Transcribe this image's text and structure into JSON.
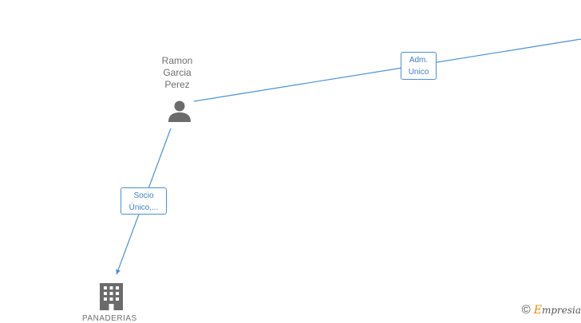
{
  "nodes": {
    "person": {
      "label": "Ramon\nGarcia\nPerez",
      "icon": "person-icon"
    },
    "company": {
      "label": "PANADERIAS",
      "icon": "building-icon"
    }
  },
  "edges": [
    {
      "label": "Adm.\nUnico"
    },
    {
      "label": "Socio\nÚnico,..."
    }
  ],
  "brand": {
    "copyright": "©",
    "initial": "E",
    "rest": "mpresia"
  },
  "colors": {
    "edge": "#4a90d9",
    "icon": "#6b6b6b",
    "brand_accent": "#f08c00"
  }
}
